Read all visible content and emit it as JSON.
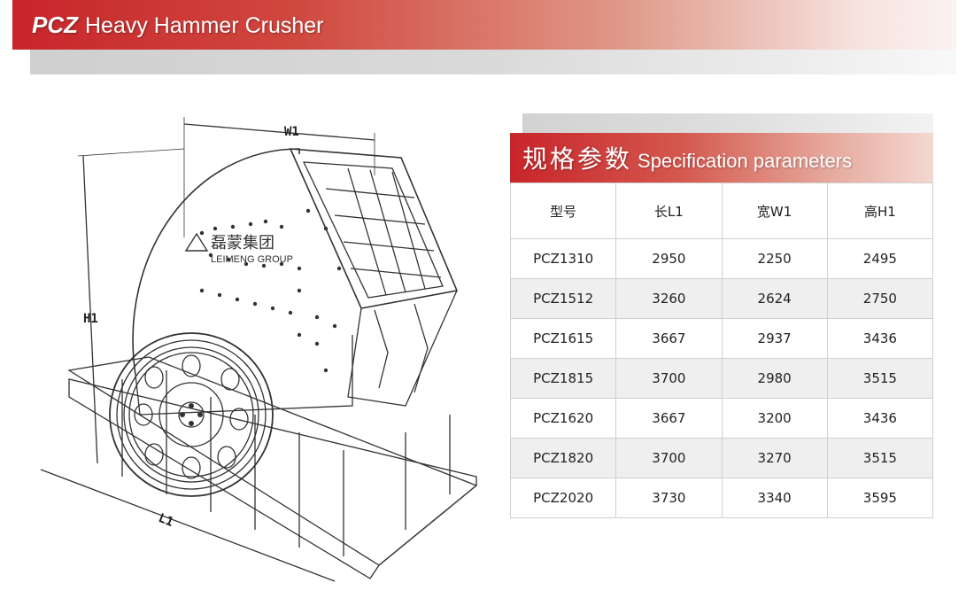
{
  "header": {
    "model": "PCZ",
    "title": "Heavy Hammer Crusher"
  },
  "drawing": {
    "dim_labels": {
      "width": "W1",
      "height": "H1",
      "length": "L1"
    },
    "logo": {
      "cn": "磊蒙集团",
      "en": "LEIMENG GROUP"
    }
  },
  "spec": {
    "title_cn": "规格参数",
    "title_en": "Specification parameters",
    "columns": [
      "型号",
      "长L1",
      "宽W1",
      "高H1"
    ],
    "rows": [
      [
        "PCZ1310",
        "2950",
        "2250",
        "2495"
      ],
      [
        "PCZ1512",
        "3260",
        "2624",
        "2750"
      ],
      [
        "PCZ1615",
        "3667",
        "2937",
        "3436"
      ],
      [
        "PCZ1815",
        "3700",
        "2980",
        "3515"
      ],
      [
        "PCZ1620",
        "3667",
        "3200",
        "3436"
      ],
      [
        "PCZ1820",
        "3700",
        "3270",
        "3515"
      ],
      [
        "PCZ2020",
        "3730",
        "3340",
        "3595"
      ]
    ]
  },
  "colors": {
    "accent": "#c8252a",
    "row_alt": "#efefef",
    "border": "#cfcfcf"
  }
}
